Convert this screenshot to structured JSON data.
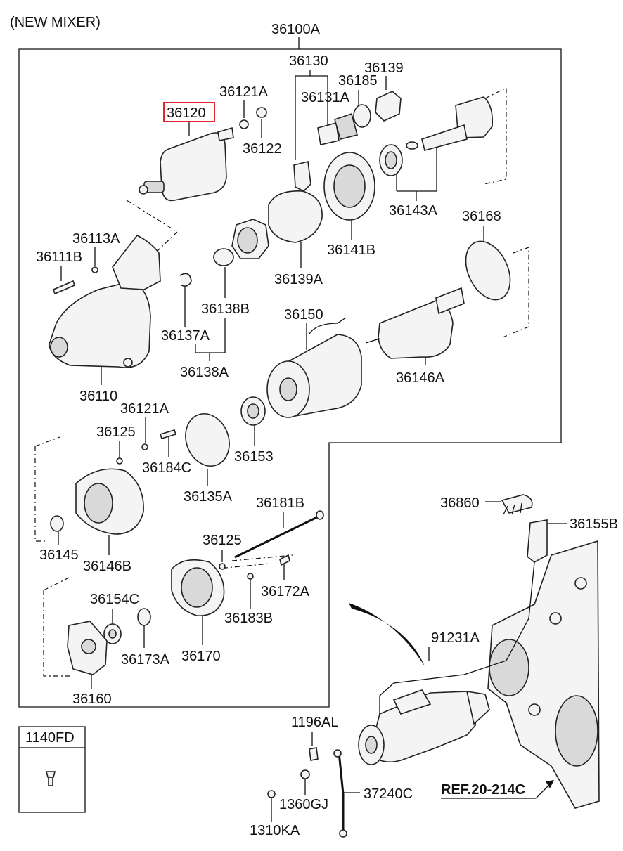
{
  "header": {
    "title": "(NEW MIXER)"
  },
  "assembly_label": "36100A",
  "highlighted_part": "36120",
  "labels": {
    "p36130": "36130",
    "p36139": "36139",
    "p36185": "36185",
    "p36131A": "36131A",
    "p36121A_top": "36121A",
    "p36120": "36120",
    "p36122": "36122",
    "p36143A": "36143A",
    "p36168": "36168",
    "p36113A": "36113A",
    "p36111B": "36111B",
    "p36141B": "36141B",
    "p36139A": "36139A",
    "p36138B": "36138B",
    "p36150": "36150",
    "p36137A": "36137A",
    "p36138A": "36138A",
    "p36146A": "36146A",
    "p36110": "36110",
    "p36121A_mid": "36121A",
    "p36125_a": "36125",
    "p36184C": "36184C",
    "p36153": "36153",
    "p36135A": "36135A",
    "p36181B": "36181B",
    "p36860": "36860",
    "p36155B": "36155B",
    "p36145": "36145",
    "p36146B": "36146B",
    "p36125_b": "36125",
    "p36172A": "36172A",
    "p36154C": "36154C",
    "p36183B": "36183B",
    "p91231A": "91231A",
    "p36173A": "36173A",
    "p36170": "36170",
    "p36160": "36160",
    "p1196AL": "1196AL",
    "p1360GJ": "1360GJ",
    "p37240C": "37240C",
    "p1310KA": "1310KA",
    "ref": "REF.20-214C"
  },
  "inset": {
    "label": "1140FD"
  },
  "colors": {
    "highlight": "#e0262d",
    "line": "#111111"
  }
}
